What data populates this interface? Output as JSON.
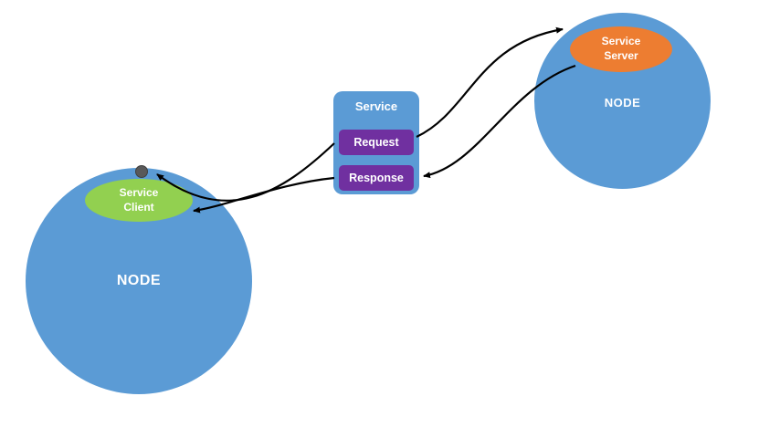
{
  "diagram": {
    "left_node": {
      "label": "NODE",
      "client_label": "Service Client"
    },
    "right_node": {
      "label": "NODE",
      "server_label": "Service Server"
    },
    "service_box": {
      "title": "Service",
      "request_label": "Request",
      "response_label": "Response"
    },
    "colors": {
      "node_blue": "#5b9bd5",
      "client_green": "#92d050",
      "server_orange": "#ed7d31",
      "action_purple": "#7030a0",
      "dot_gray": "#595959",
      "arrow_black": "#000000",
      "background": "#ffffff",
      "label_text": "#ffffff"
    }
  }
}
